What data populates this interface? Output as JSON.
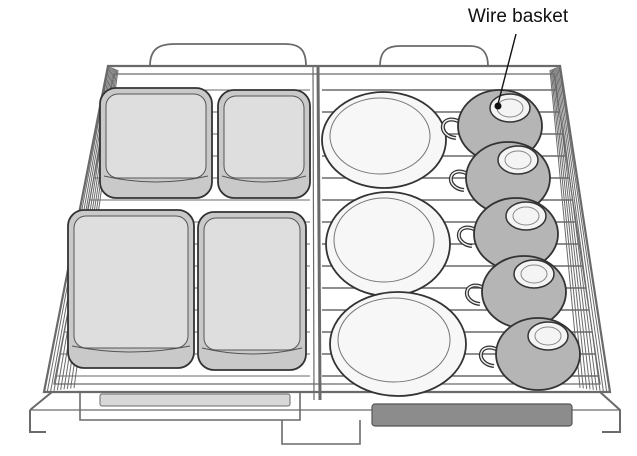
{
  "callout": {
    "label": "Wire basket"
  },
  "colors": {
    "container_fill": "#c9c9c9",
    "container_top": "#dedede",
    "plate_fill": "#f7f7f7",
    "cup_fill": "#b5b5b5",
    "wire": "#6a6a6a",
    "basket_dark": "#8c8c8c"
  },
  "contents": {
    "containers": 4,
    "plates": 3,
    "cups": 5
  }
}
